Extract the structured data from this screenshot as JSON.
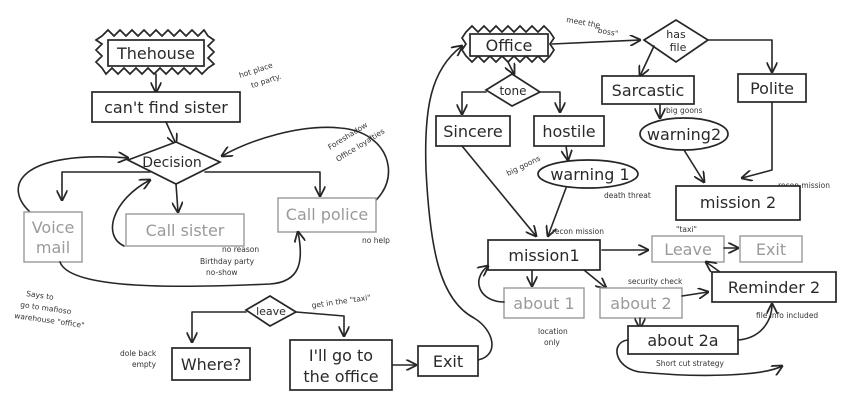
{
  "nodes": {
    "thehouse": "Thehouse",
    "cant_find_sister": "can't find sister",
    "decision": "Decision",
    "voice_mail_1": "Voice",
    "voice_mail_2": "mail",
    "call_sister": "Call sister",
    "call_police": "Call police",
    "leave": "leave",
    "where": "Where?",
    "go_office_1": "I'll go to",
    "go_office_2": "the office",
    "exit_left": "Exit",
    "office": "Office",
    "has_file_1": "has",
    "has_file_2": "file",
    "tone": "tone",
    "sarcastic": "Sarcastic",
    "polite": "Polite",
    "sincere": "Sincere",
    "hostile": "hostile",
    "warning2": "warning2",
    "warning1": "warning 1",
    "mission2": "mission 2",
    "mission1": "mission1",
    "leave_right": "Leave",
    "exit_right": "Exit",
    "about1": "about 1",
    "about2": "about 2",
    "reminder2": "Reminder 2",
    "about2a": "about 2a"
  },
  "notes": {
    "no_place_to_party": "hot place",
    "no_place_to_party_2": "to party.",
    "fore_shadow_1": "Foreshadow",
    "fore_shadow_2": "Office loyalties",
    "meet_the_boss_1": "meet the",
    "meet_the_boss_2": "\"boss\"",
    "big_goons_1": "big goons",
    "big_goons_2": "big goons",
    "death_threat": "death threat",
    "recon_mission_top": "recon mission",
    "recon_mission_mid": "recon mission",
    "taxi": "\"taxi\"",
    "security_check": "security check",
    "file_info_included": "file info included",
    "location_only_1": "location",
    "location_only_2": "only",
    "short_cut_strategy": "Short cut strategy",
    "no_reason": "no reason",
    "birthday_party": "Birthday party",
    "no_show": "no-show",
    "no_help": "no help",
    "says_to_1": "Says to",
    "says_to_2": "go to mafioso",
    "says_to_3": "warehouse \"office\"",
    "dole_back_1": "dole back",
    "dole_back_2": "empty",
    "get_in_taxi": "get in the \"taxi\""
  }
}
